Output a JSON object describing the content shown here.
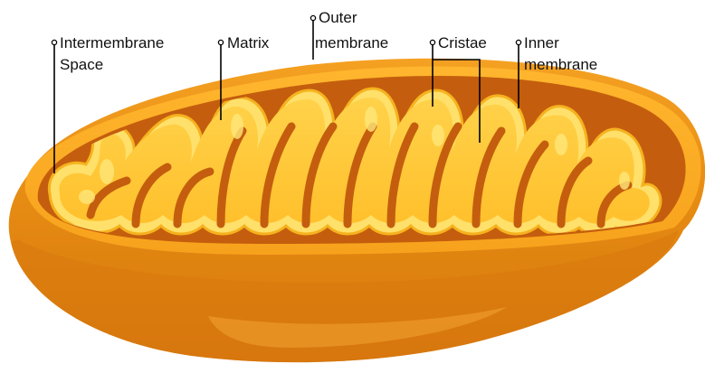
{
  "labels": {
    "intermembrane_line1": "Intermembrane",
    "intermembrane_line2": "Space",
    "matrix": "Matrix",
    "outer_line1": "Outer",
    "outer_line2": "membrane",
    "cristae": "Cristae",
    "inner_line1": "Inner",
    "inner_line2": "membrane"
  },
  "colors": {
    "outer_shell": "#E58A12",
    "intermembrane_space": "#C45E0E",
    "matrix": "#FFC93A",
    "membrane_highlight": "#FFE06A",
    "leader_line": "#000000"
  }
}
